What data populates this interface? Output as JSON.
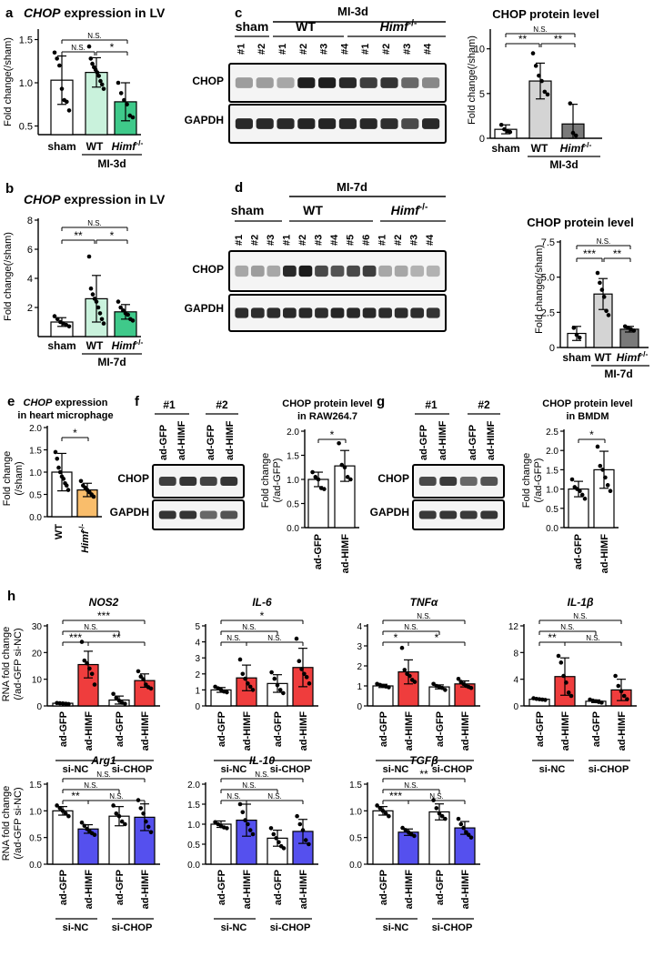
{
  "panels": [
    {
      "id": "a",
      "letter": "a",
      "title": "CHOP expression in LV",
      "title_italic_word": "CHOP",
      "ylabel": "Fold change(/sham)"
    },
    {
      "id": "b",
      "letter": "b",
      "title": "CHOP expression in LV",
      "title_italic_word": "CHOP",
      "ylabel": "Fold change(/sham)"
    },
    {
      "id": "c",
      "letter": "c",
      "blot_header": "MI-3d",
      "chart_title": "CHOP protein level",
      "ylabel": "Fold change(/sham)"
    },
    {
      "id": "d",
      "letter": "d",
      "blot_header": "MI-7d",
      "chart_title": "CHOP protein level",
      "ylabel": "Fold change(/sham)"
    },
    {
      "id": "e",
      "letter": "e",
      "title_line1": "CHOP expression",
      "title_line2": "in heart microphage",
      "ylabel_line1": "Fold change",
      "ylabel_line2": "(/sham)"
    },
    {
      "id": "f",
      "letter": "f",
      "chart_title_line1": "CHOP protein level",
      "chart_title_line2": "in RAW264.7",
      "ylabel_line1": "Fold change",
      "ylabel_line2": "(/ad-GFP)"
    },
    {
      "id": "g",
      "letter": "g",
      "chart_title_line1": "CHOP protein level",
      "chart_title_line2": "in BMDM",
      "ylabel_line1": "Fold change",
      "ylabel_line2": "(/ad-GFP)"
    },
    {
      "id": "h",
      "letter": "h",
      "ylabel_line1": "RNA fold change",
      "ylabel_line2": "(/ad-GFP si-NC)"
    }
  ],
  "labels": {
    "sham": "sham",
    "wt": "WT",
    "himf": "Himf",
    "ko_sup": "-/-",
    "mi3d": "MI-3d",
    "mi7d": "MI-7d",
    "chop": "CHOP",
    "gapdh": "GAPDH",
    "ad_gfp": "ad-GFP",
    "ad_himf": "ad-HIMF",
    "si_nc": "si-NC",
    "si_chop": "si-CHOP",
    "ns": "N.S.",
    "star1": "*",
    "star2": "**",
    "star3": "***",
    "rep1": "#1",
    "rep2": "#2",
    "rep3": "#3",
    "rep4": "#4",
    "rep5": "#5",
    "rep6": "#6"
  },
  "chart_data": [
    {
      "id": "a",
      "type": "bar",
      "title": "CHOP expression in LV",
      "ylabel": "Fold change(/sham)",
      "categories": [
        "sham",
        "WT",
        "Himf -/-"
      ],
      "group_label": "MI-3d",
      "values": [
        1.03,
        1.12,
        0.78
      ],
      "errors": [
        0.28,
        0.17,
        0.22
      ],
      "ylim": [
        0.4,
        1.6
      ],
      "yticks": [
        0.5,
        1.0,
        1.5
      ],
      "ytick_labels": [
        "0.5",
        "1.0",
        "1.5"
      ],
      "colors": [
        "#ffffff",
        "#c9f2dc",
        "#3fc98a"
      ],
      "points": [
        [
          1.35,
          1.28,
          1.2,
          0.93,
          0.8,
          0.78,
          0.68
        ],
        [
          1.42,
          1.28,
          1.22,
          1.18,
          1.15,
          1.12,
          1.08,
          1.02,
          0.98,
          0.93
        ],
        [
          1.0,
          0.88,
          0.8,
          0.75,
          0.62,
          0.6
        ]
      ],
      "significance": [
        "N.S.",
        "N.S.",
        "*"
      ]
    },
    {
      "id": "b",
      "type": "bar",
      "title": "CHOP expression in LV",
      "ylabel": "Fold change(/sham)",
      "categories": [
        "sham",
        "WT",
        "Himf -/-"
      ],
      "group_label": "MI-7d",
      "values": [
        1.0,
        2.6,
        1.7
      ],
      "errors": [
        0.3,
        1.6,
        0.5
      ],
      "ylim": [
        0,
        8
      ],
      "yticks": [
        2,
        4,
        6,
        8
      ],
      "ytick_labels": [
        "2",
        "4",
        "6",
        "8"
      ],
      "colors": [
        "#ffffff",
        "#c9f2dc",
        "#3fc98a"
      ],
      "points": [
        [
          1.4,
          1.2,
          1.0,
          0.9,
          0.8,
          0.7
        ],
        [
          5.5,
          3.3,
          2.9,
          2.6,
          2.4,
          2.0,
          1.6,
          1.2,
          0.9
        ],
        [
          2.4,
          2.0,
          1.8,
          1.6,
          1.5,
          1.2,
          1.1
        ]
      ],
      "significance": [
        "N.S.",
        "**",
        "*"
      ]
    },
    {
      "id": "c",
      "type": "bar",
      "title": "CHOP protein level",
      "ylabel": "Fold change(/sham)",
      "categories": [
        "sham",
        "WT",
        "Himf -/-"
      ],
      "group_label": "MI-3d",
      "values": [
        1.0,
        6.4,
        1.6
      ],
      "errors": [
        0.5,
        2.0,
        2.2
      ],
      "ylim": [
        0,
        12
      ],
      "yticks": [
        0,
        5,
        10
      ],
      "ytick_labels": [
        "0",
        "5",
        "10"
      ],
      "colors": [
        "#ffffff",
        "#d4d4d4",
        "#7a7a7a"
      ],
      "points": [
        [
          1.5,
          1.0,
          0.8,
          0.7
        ],
        [
          9.5,
          8.1,
          7.0,
          6.4,
          5.2,
          4.9
        ],
        [
          3.9,
          0.6,
          0.3
        ]
      ],
      "significance": [
        "N.S.",
        "**",
        "**"
      ]
    },
    {
      "id": "d",
      "type": "bar",
      "title": "CHOP protein level",
      "ylabel": "Fold change(/sham)",
      "categories": [
        "sham",
        "WT",
        "Himf -/-"
      ],
      "group_label": "MI-7d",
      "values": [
        1.0,
        3.8,
        1.3
      ],
      "errors": [
        0.5,
        1.1,
        0.2
      ],
      "ylim": [
        0,
        7.5
      ],
      "yticks": [
        0,
        2.5,
        5.0,
        7.5
      ],
      "ytick_labels": [
        "0",
        "2.5",
        "5.0",
        "7.5"
      ],
      "colors": [
        "#ffffff",
        "#d4d4d4",
        "#7a7a7a"
      ],
      "points": [
        [
          1.4,
          0.9,
          0.7
        ],
        [
          5.3,
          4.6,
          4.1,
          3.6,
          2.6,
          2.3
        ],
        [
          1.5,
          1.4,
          1.3,
          1.2
        ]
      ],
      "significance": [
        "N.S.",
        "***",
        "**"
      ]
    },
    {
      "id": "e",
      "type": "bar",
      "title": "CHOP expression in heart microphage",
      "ylabel": "Fold change (/sham)",
      "categories": [
        "WT",
        "Himf -/-"
      ],
      "values": [
        1.0,
        0.6
      ],
      "errors": [
        0.42,
        0.15
      ],
      "ylim": [
        0,
        2.0
      ],
      "yticks": [
        0,
        0.5,
        1.0,
        1.5,
        2.0
      ],
      "ytick_labels": [
        "0.0",
        "0.5",
        "1.0",
        "1.5",
        "2.0"
      ],
      "colors": [
        "#ffffff",
        "#f9bd6b"
      ],
      "points": [
        [
          1.45,
          1.3,
          1.1,
          1.0,
          0.9,
          0.85,
          0.75,
          0.7,
          0.6
        ],
        [
          0.8,
          0.7,
          0.65,
          0.6,
          0.55,
          0.5,
          0.45
        ]
      ],
      "significance": [
        "*"
      ]
    },
    {
      "id": "f",
      "type": "bar",
      "title": "CHOP protein level in RAW264.7",
      "ylabel": "Fold change (/ad-GFP)",
      "categories": [
        "ad-GFP",
        "ad-HIMF"
      ],
      "values": [
        1.0,
        1.28
      ],
      "errors": [
        0.15,
        0.32
      ],
      "ylim": [
        0,
        2.0
      ],
      "yticks": [
        0,
        0.5,
        1.0,
        1.5,
        2.0
      ],
      "ytick_labels": [
        "0.0",
        "0.5",
        "1.0",
        "1.5",
        "2.0"
      ],
      "colors": [
        "#ffffff",
        "#ffffff"
      ],
      "points": [
        [
          1.15,
          1.05,
          1.0,
          0.82,
          0.8
        ],
        [
          1.75,
          1.3,
          1.25,
          1.05,
          1.0
        ]
      ],
      "significance": [
        "*"
      ]
    },
    {
      "id": "g",
      "type": "bar",
      "title": "CHOP protein level in BMDM",
      "ylabel": "Fold change (/ad-GFP)",
      "categories": [
        "ad-GFP",
        "ad-HIMF"
      ],
      "values": [
        1.0,
        1.5
      ],
      "errors": [
        0.2,
        0.48
      ],
      "ylim": [
        0,
        2.5
      ],
      "yticks": [
        0,
        0.5,
        1.0,
        1.5,
        2.0,
        2.5
      ],
      "ytick_labels": [
        "0.0",
        "0.5",
        "1.0",
        "1.5",
        "2.0",
        "2.5"
      ],
      "colors": [
        "#ffffff",
        "#ffffff"
      ],
      "points": [
        [
          1.25,
          1.05,
          1.0,
          0.95,
          0.85,
          0.75
        ],
        [
          2.1,
          1.6,
          1.5,
          1.3,
          1.1,
          0.95
        ]
      ],
      "significance": [
        "*"
      ]
    },
    {
      "id": "h1",
      "type": "bar",
      "title": "NOS2",
      "categories": [
        "ad-GFP",
        "ad-HIMF",
        "ad-GFP",
        "ad-HIMF"
      ],
      "values": [
        1.0,
        15.5,
        2.2,
        9.5
      ],
      "errors": [
        0.3,
        5.0,
        1.5,
        2.5
      ],
      "ylim": [
        0,
        30
      ],
      "yticks": [
        0,
        10,
        20,
        30
      ],
      "ytick_labels": [
        "0",
        "10",
        "20",
        "30"
      ],
      "colors": [
        "#ffffff",
        "#ef3d3d",
        "#ffffff",
        "#ef3d3d"
      ],
      "points": [
        [
          1.1,
          1.0,
          0.9,
          0.8,
          0.7
        ],
        [
          24,
          17,
          16,
          14,
          12,
          8
        ],
        [
          4.5,
          3,
          2,
          1.2,
          0.8
        ],
        [
          13,
          11,
          10,
          8,
          7,
          6.5
        ]
      ],
      "significance": [
        "N.S.",
        "***",
        "***",
        "**"
      ]
    },
    {
      "id": "h2",
      "type": "bar",
      "title": "IL-6",
      "categories": [
        "ad-GFP",
        "ad-HIMF",
        "ad-GFP",
        "ad-HIMF"
      ],
      "values": [
        1.0,
        1.75,
        1.4,
        2.4
      ],
      "errors": [
        0.15,
        0.8,
        0.55,
        1.2
      ],
      "ylim": [
        0,
        5
      ],
      "yticks": [
        0,
        1,
        2,
        3,
        4,
        5
      ],
      "ytick_labels": [
        "0",
        "1",
        "2",
        "3",
        "4",
        "5"
      ],
      "colors": [
        "#ffffff",
        "#ef3d3d",
        "#ffffff",
        "#ef3d3d"
      ],
      "points": [
        [
          1.2,
          1.1,
          1.0,
          0.9,
          0.85
        ],
        [
          2.9,
          2.0,
          1.7,
          1.4,
          1.2,
          1.0
        ],
        [
          2.1,
          1.7,
          1.3,
          1.0,
          0.8
        ],
        [
          4.2,
          2.8,
          2.3,
          2.0,
          1.8,
          1.4
        ]
      ],
      "significance": [
        "N.S.",
        "N.S.",
        "*",
        "N.S."
      ]
    },
    {
      "id": "h3",
      "type": "bar",
      "title": "TNFα",
      "categories": [
        "ad-GFP",
        "ad-HIMF",
        "ad-GFP",
        "ad-HIMF"
      ],
      "values": [
        1.0,
        1.7,
        0.95,
        1.1
      ],
      "errors": [
        0.08,
        0.6,
        0.1,
        0.15
      ],
      "ylim": [
        0,
        4
      ],
      "yticks": [
        0,
        1,
        2,
        3,
        4
      ],
      "ytick_labels": [
        "0",
        "1",
        "2",
        "3",
        "4"
      ],
      "colors": [
        "#ffffff",
        "#ef3d3d",
        "#ffffff",
        "#ef3d3d"
      ],
      "points": [
        [
          1.1,
          1.05,
          1.0,
          0.97,
          0.93
        ],
        [
          2.9,
          1.8,
          1.6,
          1.5,
          1.3,
          1.2
        ],
        [
          1.1,
          1.0,
          0.95,
          0.9,
          0.8
        ],
        [
          1.35,
          1.2,
          1.1,
          1.0,
          0.95,
          0.9
        ]
      ],
      "significance": [
        "N.S.",
        "*",
        "N.S.",
        "*"
      ]
    },
    {
      "id": "h4",
      "type": "bar",
      "title": "IL-1β",
      "categories": [
        "ad-GFP",
        "ad-HIMF",
        "ad-GFP",
        "ad-HIMF"
      ],
      "values": [
        1.0,
        4.4,
        0.7,
        2.4
      ],
      "errors": [
        0.1,
        2.8,
        0.2,
        1.6
      ],
      "ylim": [
        0,
        12
      ],
      "yticks": [
        0,
        4,
        8,
        12
      ],
      "ytick_labels": [
        "0",
        "4",
        "8",
        "12"
      ],
      "colors": [
        "#ffffff",
        "#ef3d3d",
        "#ffffff",
        "#ef3d3d"
      ],
      "points": [
        [
          1.15,
          1.05,
          1.0,
          0.95,
          0.9
        ],
        [
          7.5,
          6.5,
          4.5,
          3.5,
          2.0,
          1.5
        ],
        [
          0.95,
          0.8,
          0.7,
          0.6,
          0.5
        ],
        [
          4.5,
          3.0,
          2.2,
          1.5,
          1.0
        ]
      ],
      "significance": [
        "N.S.",
        "**",
        "N.S.",
        "N.S."
      ]
    },
    {
      "id": "h5",
      "type": "bar",
      "title": "Arg1",
      "categories": [
        "ad-GFP",
        "ad-HIMF",
        "ad-GFP",
        "ad-HIMF"
      ],
      "values": [
        1.0,
        0.66,
        0.9,
        0.88
      ],
      "errors": [
        0.08,
        0.08,
        0.18,
        0.25
      ],
      "ylim": [
        0,
        1.5
      ],
      "yticks": [
        0,
        0.5,
        1.0,
        1.5
      ],
      "ytick_labels": [
        "0.0",
        "0.5",
        "1.0",
        "1.5"
      ],
      "colors": [
        "#ffffff",
        "#5550ee",
        "#ffffff",
        "#5550ee"
      ],
      "points": [
        [
          1.1,
          1.05,
          1.0,
          0.95,
          0.9
        ],
        [
          0.78,
          0.72,
          0.66,
          0.62,
          0.58,
          0.55
        ],
        [
          1.1,
          0.95,
          0.9,
          0.8,
          0.75
        ],
        [
          1.2,
          1.05,
          0.95,
          0.8,
          0.7,
          0.6
        ]
      ],
      "significance": [
        "N.S.",
        "N.S.",
        "**",
        "N.S."
      ]
    },
    {
      "id": "h6",
      "type": "bar",
      "title": "IL-10",
      "categories": [
        "ad-GFP",
        "ad-HIMF",
        "ad-GFP",
        "ad-HIMF"
      ],
      "values": [
        1.0,
        1.1,
        0.65,
        0.82
      ],
      "errors": [
        0.08,
        0.4,
        0.2,
        0.3
      ],
      "ylim": [
        0,
        2.0
      ],
      "yticks": [
        0,
        0.5,
        1.0,
        1.5,
        2.0
      ],
      "ytick_labels": [
        "0.0",
        "0.5",
        "1.0",
        "1.5",
        "2.0"
      ],
      "colors": [
        "#ffffff",
        "#5550ee",
        "#ffffff",
        "#5550ee"
      ],
      "points": [
        [
          1.05,
          1.0,
          0.95,
          0.92,
          0.9
        ],
        [
          1.5,
          1.3,
          1.1,
          1.0,
          0.85,
          0.75
        ],
        [
          0.9,
          0.75,
          0.65,
          0.55,
          0.45,
          0.4
        ],
        [
          1.2,
          1.0,
          0.85,
          0.6,
          0.5
        ]
      ],
      "significance": [
        "N.S.",
        "N.S.",
        "N.S.",
        "N.S."
      ]
    },
    {
      "id": "h7",
      "type": "bar",
      "title": "TGFβ",
      "categories": [
        "ad-GFP",
        "ad-HIMF",
        "ad-GFP",
        "ad-HIMF"
      ],
      "values": [
        1.0,
        0.6,
        0.98,
        0.68
      ],
      "errors": [
        0.08,
        0.06,
        0.15,
        0.12
      ],
      "ylim": [
        0,
        1.5
      ],
      "yticks": [
        0,
        0.5,
        1.0,
        1.5
      ],
      "ytick_labels": [
        "0.0",
        "0.5",
        "1.0",
        "1.5"
      ],
      "colors": [
        "#ffffff",
        "#5550ee",
        "#ffffff",
        "#5550ee"
      ],
      "points": [
        [
          1.1,
          1.05,
          1.0,
          0.95,
          0.9
        ],
        [
          0.68,
          0.64,
          0.6,
          0.56,
          0.53
        ],
        [
          1.2,
          1.05,
          0.95,
          0.9,
          0.85
        ],
        [
          0.85,
          0.75,
          0.68,
          0.6,
          0.55,
          0.5
        ]
      ],
      "significance": [
        "N.S.",
        "**",
        "***",
        "N.S."
      ]
    }
  ]
}
